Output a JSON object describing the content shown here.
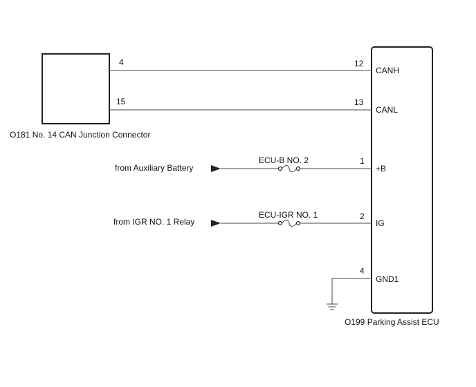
{
  "junction_connector": {
    "label": "O181  No. 14 CAN Junction Connector",
    "pins": {
      "canh": "4",
      "canl": "15"
    }
  },
  "ecu": {
    "label": "O199  Parking Assist ECU",
    "pins": [
      {
        "num": "12",
        "name": "CANH"
      },
      {
        "num": "13",
        "name": "CANL"
      },
      {
        "num": "1",
        "name": "+B"
      },
      {
        "num": "2",
        "name": "IG"
      },
      {
        "num": "4",
        "name": "GND1"
      }
    ]
  },
  "sources": {
    "battery": "from Auxiliary Battery",
    "igr_relay": "from IGR NO. 1 Relay"
  },
  "fuses": {
    "ecu_b": "ECU-B NO. 2",
    "ecu_igr": "ECU-IGR NO. 1"
  }
}
